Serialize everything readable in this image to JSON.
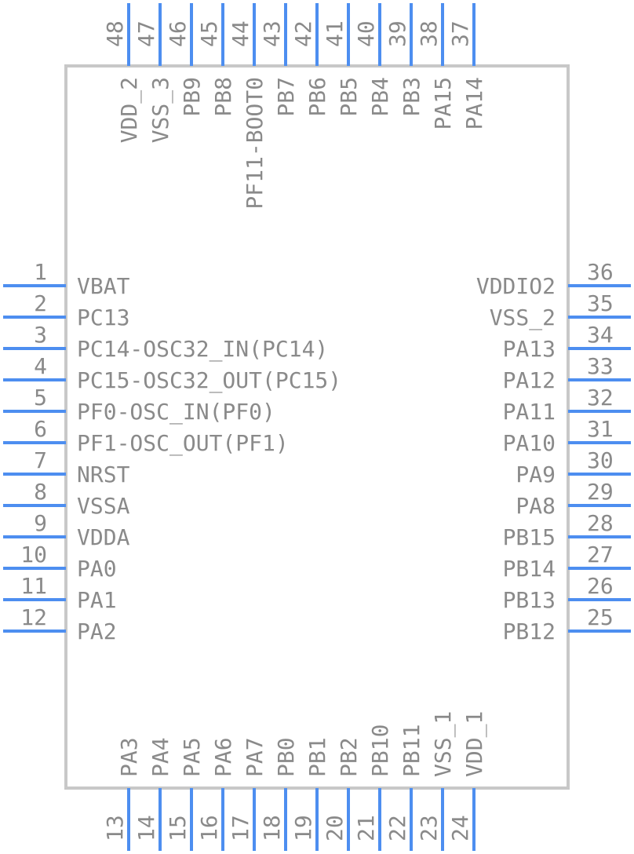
{
  "component": {
    "body_color": "#c8c8c8",
    "pin_color": "#4d8ef0",
    "text_color": "#8a8a8a"
  },
  "pins": {
    "left": [
      {
        "num": "1",
        "name": "VBAT"
      },
      {
        "num": "2",
        "name": "PC13"
      },
      {
        "num": "3",
        "name": "PC14-OSC32_IN(PC14)"
      },
      {
        "num": "4",
        "name": "PC15-OSC32_OUT(PC15)"
      },
      {
        "num": "5",
        "name": "PF0-OSC_IN(PF0)"
      },
      {
        "num": "6",
        "name": "PF1-OSC_OUT(PF1)"
      },
      {
        "num": "7",
        "name": "NRST"
      },
      {
        "num": "8",
        "name": "VSSA"
      },
      {
        "num": "9",
        "name": "VDDA"
      },
      {
        "num": "10",
        "name": "PA0"
      },
      {
        "num": "11",
        "name": "PA1"
      },
      {
        "num": "12",
        "name": "PA2"
      }
    ],
    "bottom": [
      {
        "num": "13",
        "name": "PA3"
      },
      {
        "num": "14",
        "name": "PA4"
      },
      {
        "num": "15",
        "name": "PA5"
      },
      {
        "num": "16",
        "name": "PA6"
      },
      {
        "num": "17",
        "name": "PA7"
      },
      {
        "num": "18",
        "name": "PB0"
      },
      {
        "num": "19",
        "name": "PB1"
      },
      {
        "num": "20",
        "name": "PB2"
      },
      {
        "num": "21",
        "name": "PB10"
      },
      {
        "num": "22",
        "name": "PB11"
      },
      {
        "num": "23",
        "name": "VSS_1"
      },
      {
        "num": "24",
        "name": "VDD_1"
      }
    ],
    "right": [
      {
        "num": "25",
        "name": "PB12"
      },
      {
        "num": "26",
        "name": "PB13"
      },
      {
        "num": "27",
        "name": "PB14"
      },
      {
        "num": "28",
        "name": "PB15"
      },
      {
        "num": "29",
        "name": "PA8"
      },
      {
        "num": "30",
        "name": "PA9"
      },
      {
        "num": "31",
        "name": "PA10"
      },
      {
        "num": "32",
        "name": "PA11"
      },
      {
        "num": "33",
        "name": "PA12"
      },
      {
        "num": "34",
        "name": "PA13"
      },
      {
        "num": "35",
        "name": "VSS_2"
      },
      {
        "num": "36",
        "name": "VDDIO2"
      }
    ],
    "top": [
      {
        "num": "37",
        "name": "PA14"
      },
      {
        "num": "38",
        "name": "PA15"
      },
      {
        "num": "39",
        "name": "PB3"
      },
      {
        "num": "40",
        "name": "PB4"
      },
      {
        "num": "41",
        "name": "PB5"
      },
      {
        "num": "42",
        "name": "PB6"
      },
      {
        "num": "43",
        "name": "PB7"
      },
      {
        "num": "44",
        "name": "PF11-BOOT0"
      },
      {
        "num": "45",
        "name": "PB8"
      },
      {
        "num": "46",
        "name": "PB9"
      },
      {
        "num": "47",
        "name": "VSS_3"
      },
      {
        "num": "48",
        "name": "VDD_2"
      }
    ]
  }
}
